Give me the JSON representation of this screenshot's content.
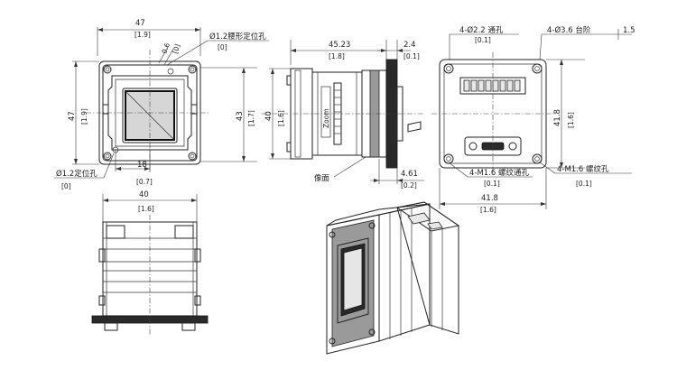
{
  "front_view": {
    "width_mm": "47",
    "width_in": "[1.9]",
    "height_mm": "47",
    "height_in": "[1.9]",
    "inner_height_mm": "43",
    "inner_height_in": "[1.7]",
    "waist_offset_mm": "0.6",
    "waist_offset_in": "[0]",
    "waist_hole_label": "Ø1.2腰形定位孔",
    "waist_hole_in": "[0]",
    "locating_hole_label": "Ø1.2定位孔",
    "locating_hole_in": "[0]",
    "hole_spacing_mm": "18",
    "hole_spacing_in": "[0.7]"
  },
  "side_view": {
    "length_mm": "45.23",
    "length_in": "[1.8]",
    "flange_mm": "2.4",
    "flange_in": "[0.1]",
    "height_mm": "40",
    "height_in": "[1.6]",
    "sensor_offset_mm": "4.61",
    "sensor_offset_in": "[0.2]",
    "image_plane_label": "像面",
    "body_text": "Zoom"
  },
  "rear_view": {
    "thru_hole_label": "4-Ø2.2  通孔",
    "thru_hole_in": "[0.1]",
    "counterbore_label": "4-Ø3.6  台阶",
    "counterbore_depth": "1.5",
    "height_mm": "41.8",
    "height_in": "[1.6]",
    "m16_thru_label": "4-M1.6  螺纹通孔",
    "m16_thru_in": "[0.1]",
    "m16_label": "4-M1.6  螺纹孔",
    "m16_in": "[0.1]",
    "width_mm": "41.8",
    "width_in": "[1.6]"
  },
  "bottom_view": {
    "width_mm": "40",
    "width_in": "[1.6]"
  }
}
